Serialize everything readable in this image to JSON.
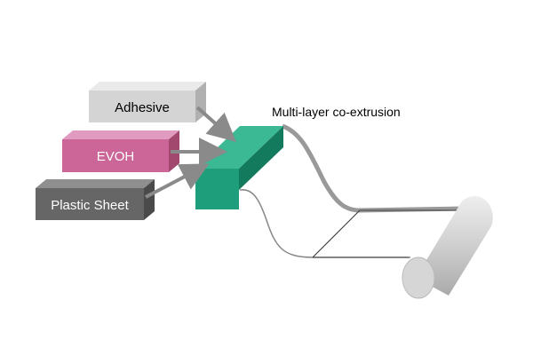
{
  "inputs": [
    {
      "label": "Adhesive",
      "color": "#d4d4d4",
      "text_color": "#000000"
    },
    {
      "label": "EVOH",
      "color": "#cc6699",
      "text_color": "#ffffff"
    },
    {
      "label": "Plastic Sheet",
      "color": "#666666",
      "text_color": "#ffffff"
    }
  ],
  "die": {
    "label": "Multi-layer co-extrusion",
    "color": "#1f9e7c"
  },
  "arrow_color": "#8a8a8a",
  "film_color": "#b5b5b5",
  "roller_color": "#cfcfcf"
}
